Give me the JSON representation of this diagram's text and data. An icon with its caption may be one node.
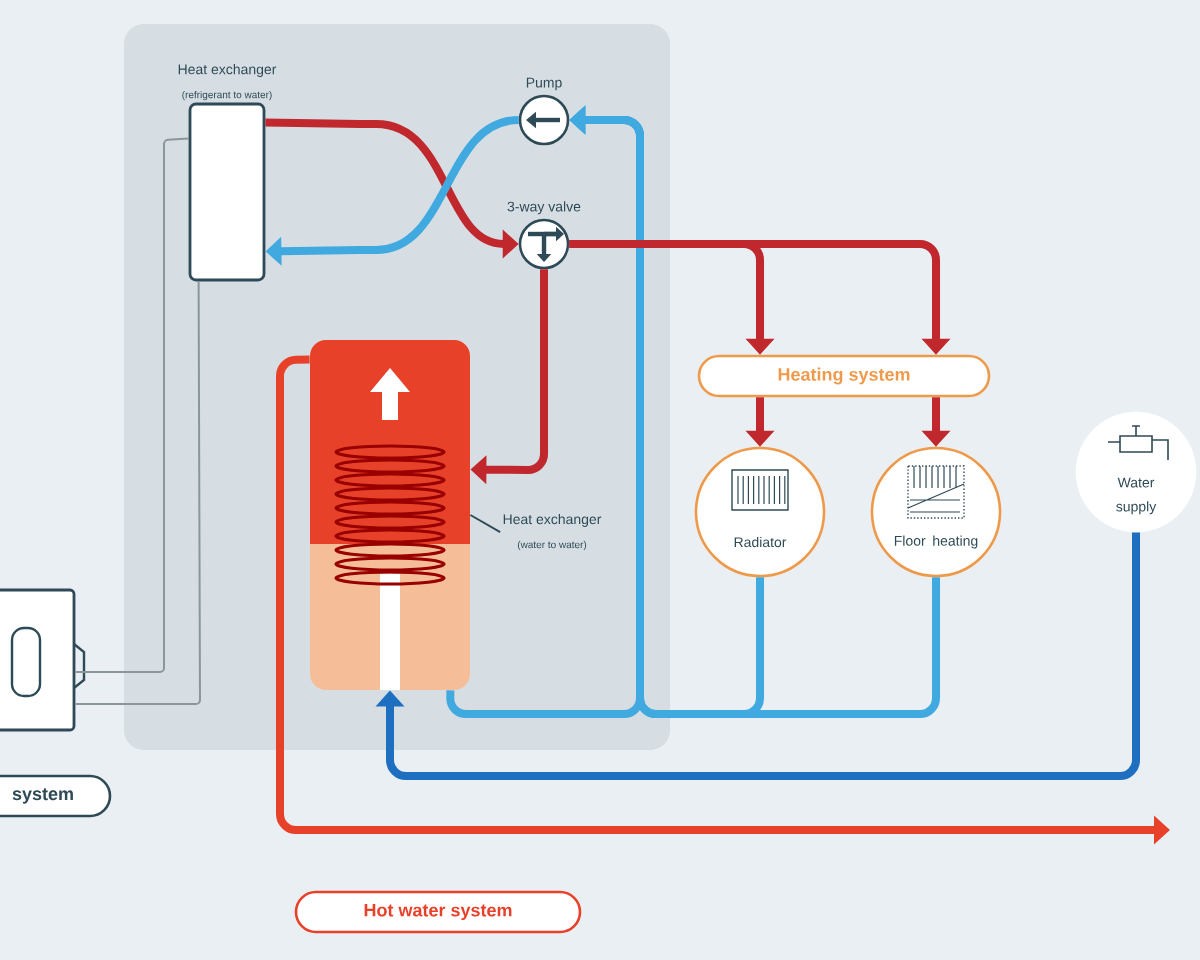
{
  "diagram": {
    "nodes": [
      {
        "text": [
          "Heat exchanger",
          "(refrigerant to water)"
        ]
      },
      {
        "text": [
          "Pump"
        ]
      },
      {
        "text": [
          "3-way valve"
        ]
      },
      {
        "text": [],
        "shape": "cylinder"
      },
      {
        "text": [
          "Heat exchanger",
          "(water to water)"
        ]
      },
      {
        "text": [
          "Heating system"
        ]
      },
      {
        "text": [
          "Radiator"
        ]
      },
      {
        "text": [
          "Floor heating"
        ]
      },
      {
        "text": [
          "Water supply"
        ]
      },
      {
        "text": [],
        "shape": "box"
      },
      {
        "text": [
          "system"
        ]
      },
      {
        "text": [
          "Hot water system"
        ]
      }
    ],
    "edges": [
      {
        "from": 0,
        "to": 2,
        "arrow": "to",
        "color": "#c0282d"
      },
      {
        "from": 1,
        "to": 0,
        "arrow": "to",
        "color": "#3fa9e0"
      },
      {
        "from": 2,
        "to": 5,
        "arrow": "to",
        "color": "#c0282d"
      },
      {
        "from": 5,
        "to": 6,
        "arrow": "to",
        "color": "#c0282d"
      },
      {
        "from": 5,
        "to": 7,
        "arrow": "to",
        "color": "#c0282d"
      },
      {
        "from": 6,
        "to": 1,
        "arrow": "to",
        "color": "#3fa9e0"
      },
      {
        "from": 7,
        "to": 1,
        "arrow": "to",
        "color": "#3fa9e0"
      },
      {
        "from": 2,
        "to": 3,
        "arrow": "to",
        "color": "#c0282d"
      },
      {
        "from": 3,
        "to": 1,
        "arrow": "to",
        "color": "#3fa9e0"
      },
      {
        "from": 8,
        "to": 3,
        "arrow": "to",
        "color": "#1f6fc0"
      },
      {
        "from": 3,
        "to": null,
        "arrow": "to",
        "color": "#e8412a"
      },
      {
        "from": 9,
        "to": 0,
        "arrow": "none",
        "color": "#8a969c"
      },
      {
        "from": 9,
        "to": 0,
        "arrow": "none",
        "color": "#8a969c"
      },
      {
        "from": 4,
        "to": 3,
        "arrow": "none",
        "color": "#2e4a56"
      },
      {
        "from": 2,
        "to": 5,
        "arrow": "to",
        "color": "#c0282d"
      }
    ]
  }
}
